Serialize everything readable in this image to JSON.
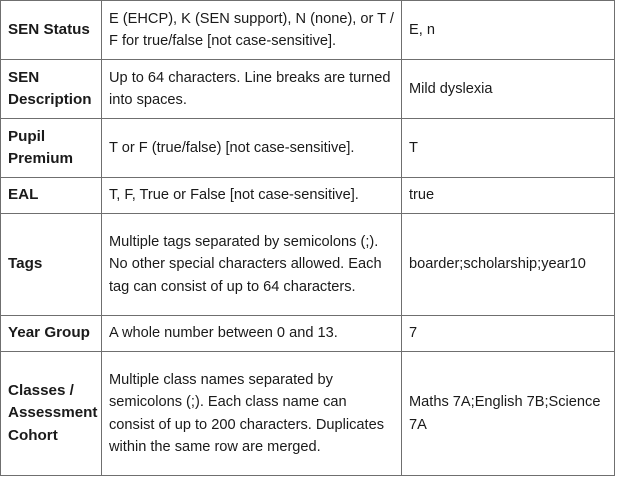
{
  "rows": [
    {
      "field": "SEN Status",
      "description": "E (EHCP), K (SEN support), N (none), or T / F for true/false [not case-sensitive].",
      "example": "E, n"
    },
    {
      "field": "SEN Description",
      "description": "Up to 64 characters. Line breaks are turned into spaces.",
      "example": "Mild dyslexia"
    },
    {
      "field": "Pupil Premium",
      "description": "T or F (true/false) [not case-sensitive].",
      "example": "T"
    },
    {
      "field": "EAL",
      "description": "T, F, True or False [not case-sensitive].",
      "example": "true"
    },
    {
      "field": "Tags",
      "description": "Multiple tags separated by semicolons (;). No other special characters allowed. Each tag can consist of up to 64 characters.",
      "example": "boarder;scholarship;year10"
    },
    {
      "field": "Year Group",
      "description": "A whole number between 0 and 13.",
      "example": "7"
    },
    {
      "field": "Classes / Assessment Cohort",
      "description": "Multiple class names separated by semicolons (;). Each class name can consist of up to 200 characters. Duplicates within the same row are merged.",
      "example": "Maths 7A;English 7B;Science 7A"
    }
  ]
}
